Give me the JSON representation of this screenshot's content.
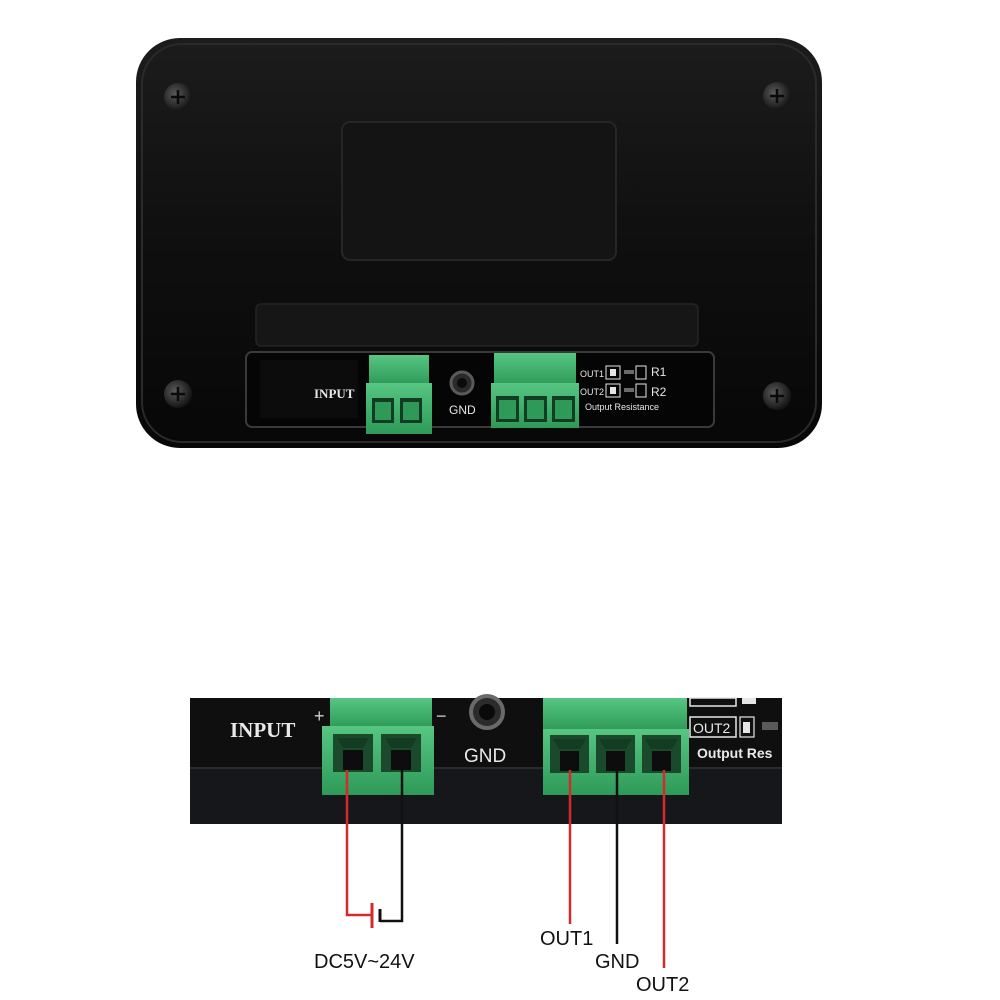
{
  "device": {
    "input_label": "INPUT",
    "gnd_label": "GND",
    "out1_label": "OUT1",
    "out2_label": "OUT2",
    "r1_label": "R1",
    "r2_label": "R2",
    "output_resistance_label": "Output Resistance"
  },
  "closeup": {
    "input_label": "INPUT",
    "gnd_label": "GND",
    "out2_label": "OUT2",
    "output_resistance_partial": "Output Res",
    "plus_sign": "+",
    "minus_sign": "−"
  },
  "wiring": {
    "power_label": "DC5V~24V",
    "out1_label": "OUT1",
    "gnd_label": "GND",
    "out2_label": "OUT2"
  },
  "colors": {
    "body": "#0d0d0d",
    "terminal_green": "#3fb26a",
    "wire_red": "#d42a2a",
    "wire_black": "#111111"
  }
}
